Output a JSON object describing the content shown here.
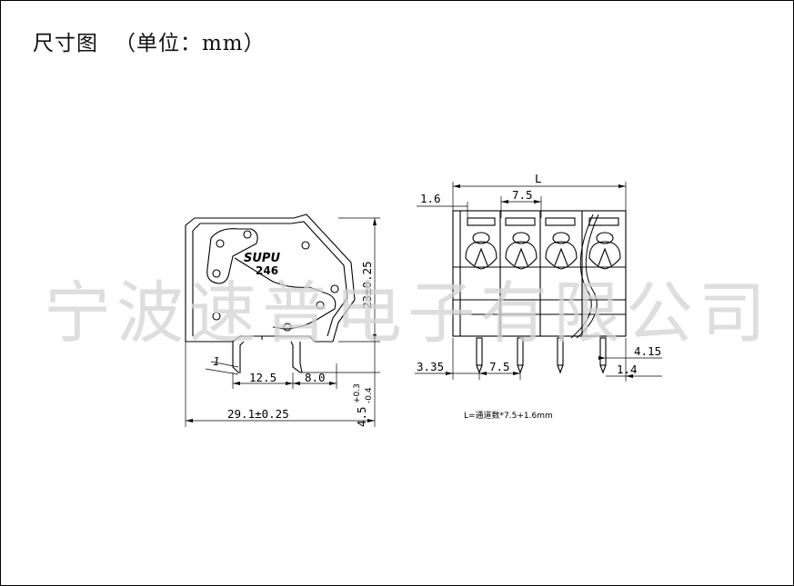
{
  "title": {
    "main": "尺寸图",
    "unit": "（单位：mm）"
  },
  "watermark": "宁波速普电子有限公司",
  "side_view": {
    "logo": "SUPU",
    "model": "246",
    "dim_height": "23±0.25",
    "dim_width": "29.1±0.25",
    "dim_pin_offset": "12.5",
    "dim_pin_pitch": "8.0",
    "dim_pin_length": "4.5+0.3-0.4",
    "dim_pin_length_main": "4.5",
    "dim_pin_length_tol_plus": "+0.3",
    "dim_pin_length_tol_minus": "-0.4",
    "dim_pin_thickness": "1"
  },
  "front_view": {
    "dim_L": "L",
    "dim_edge": "1.6",
    "dim_pitch_top": "7.5",
    "dim_pin_left": "3.35",
    "dim_pitch_bottom": "7.5",
    "dim_pin_right": "4.15",
    "dim_pin_right_small": "1.4",
    "formula": "L=通道数*7.5+1.6mm"
  }
}
